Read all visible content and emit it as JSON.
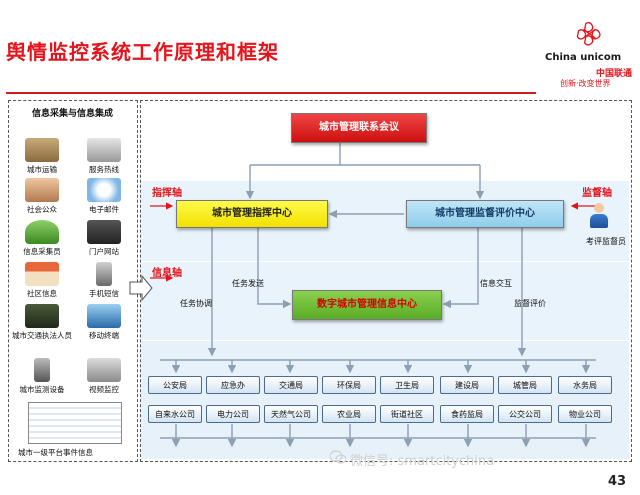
{
  "header": {
    "title": "舆情监控系统工作原理和框架",
    "logo_en": "China unicom",
    "logo_cn": "中国联通",
    "logo_slogan": "创新·改变世界"
  },
  "left_panel": {
    "title": "信息采集与信息集成",
    "items": [
      {
        "label": "城市运输"
      },
      {
        "label": "服务热线"
      },
      {
        "label": "社会公众"
      },
      {
        "label": "电子邮件"
      },
      {
        "label": "信息采集员"
      },
      {
        "label": "门户网站"
      },
      {
        "label": "社区信息"
      },
      {
        "label": "手机短信"
      },
      {
        "label": "城市交通执法人员"
      },
      {
        "label": "移动终端"
      },
      {
        "label": "城市监测设备"
      },
      {
        "label": "视频监控"
      },
      {
        "label": "城市一级平台事件信息"
      }
    ]
  },
  "axes": {
    "command": "指挥轴",
    "supervise": "监督轴",
    "info": "信息轴"
  },
  "boxes": {
    "meeting": "城市管理联系会议",
    "command_center": "城市管理指挥中心",
    "supervise_center": "城市管理监督评价中心",
    "info_center": "数字城市管理信息中心"
  },
  "flow_labels": {
    "task_send": "任务发送",
    "task_coord": "任务协调",
    "info_exchange": "信息交互",
    "supervise_eval": "监督评价"
  },
  "supervisor": {
    "label": "考评监督员"
  },
  "departments": {
    "row1": [
      "公安局",
      "应急办",
      "交通局",
      "环保局",
      "卫生局",
      "建设局",
      "城管局",
      "水务局"
    ],
    "row2": [
      "自来水公司",
      "电力公司",
      "天然气公司",
      "农业局",
      "街道社区",
      "食药监局",
      "公交公司",
      "物业公司"
    ]
  },
  "footer": {
    "page_number": "43",
    "watermark": "微信号: smartcitychina"
  },
  "colors": {
    "title_red": "#e3141b",
    "band_blue": "#e8f3fb",
    "arrow_gray": "#8c9fb3"
  }
}
